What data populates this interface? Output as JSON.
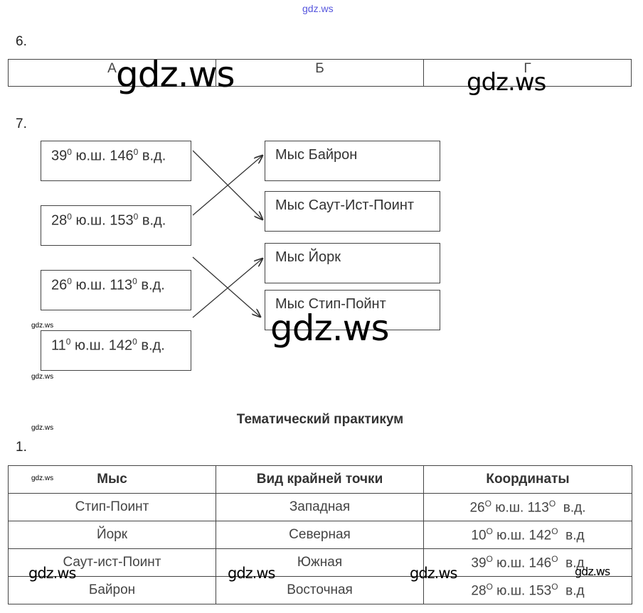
{
  "header_watermark": "gdz.ws",
  "task6": {
    "number": "6.",
    "cells": [
      "А",
      "Б",
      "Г"
    ]
  },
  "task7": {
    "number": "7.",
    "left": [
      {
        "lat": "39",
        "lat_unit": "ю.ш.",
        "lon": "146",
        "lon_unit": "в.д."
      },
      {
        "lat": "28",
        "lat_unit": "ю.ш.",
        "lon": "153",
        "lon_unit": "в.д."
      },
      {
        "lat": "26",
        "lat_unit": "ю.ш.",
        "lon": "113",
        "lon_unit": "в.д."
      },
      {
        "lat": "11",
        "lat_unit": "ю.ш.",
        "lon": "142",
        "lon_unit": "в.д."
      }
    ],
    "degree": "0",
    "right": [
      "Мыс Байрон",
      "Мыс Саут-Ист-Поинт",
      "Мыс Йорк",
      "Мыс Стип-Пойнт"
    ]
  },
  "section_title": "Тематический практикум",
  "task1": {
    "number": "1.",
    "headers": [
      "Мыс",
      "Вид крайней точки",
      "Координаты"
    ],
    "rows": [
      {
        "cape": "Стип-Поинт",
        "type": "Западная",
        "lat": "26",
        "lat_unit": "ю.ш.",
        "lon": "113",
        "lon_unit": "в.д."
      },
      {
        "cape": "Йорк",
        "type": "Северная",
        "lat": "10",
        "lat_unit": "ю.ш.",
        "lon": "142",
        "lon_unit": "в.д"
      },
      {
        "cape": "Саут-ист-Поинт",
        "type": "Южная",
        "lat": "39",
        "lat_unit": "ю.ш.",
        "lon": "146",
        "lon_unit": "в.д"
      },
      {
        "cape": "Байрон",
        "type": "Восточная",
        "lat": "28",
        "lat_unit": "ю.ш.",
        "lon": "153",
        "lon_unit": "в.д"
      }
    ],
    "degree": "O"
  },
  "watermark": "gdz.ws"
}
